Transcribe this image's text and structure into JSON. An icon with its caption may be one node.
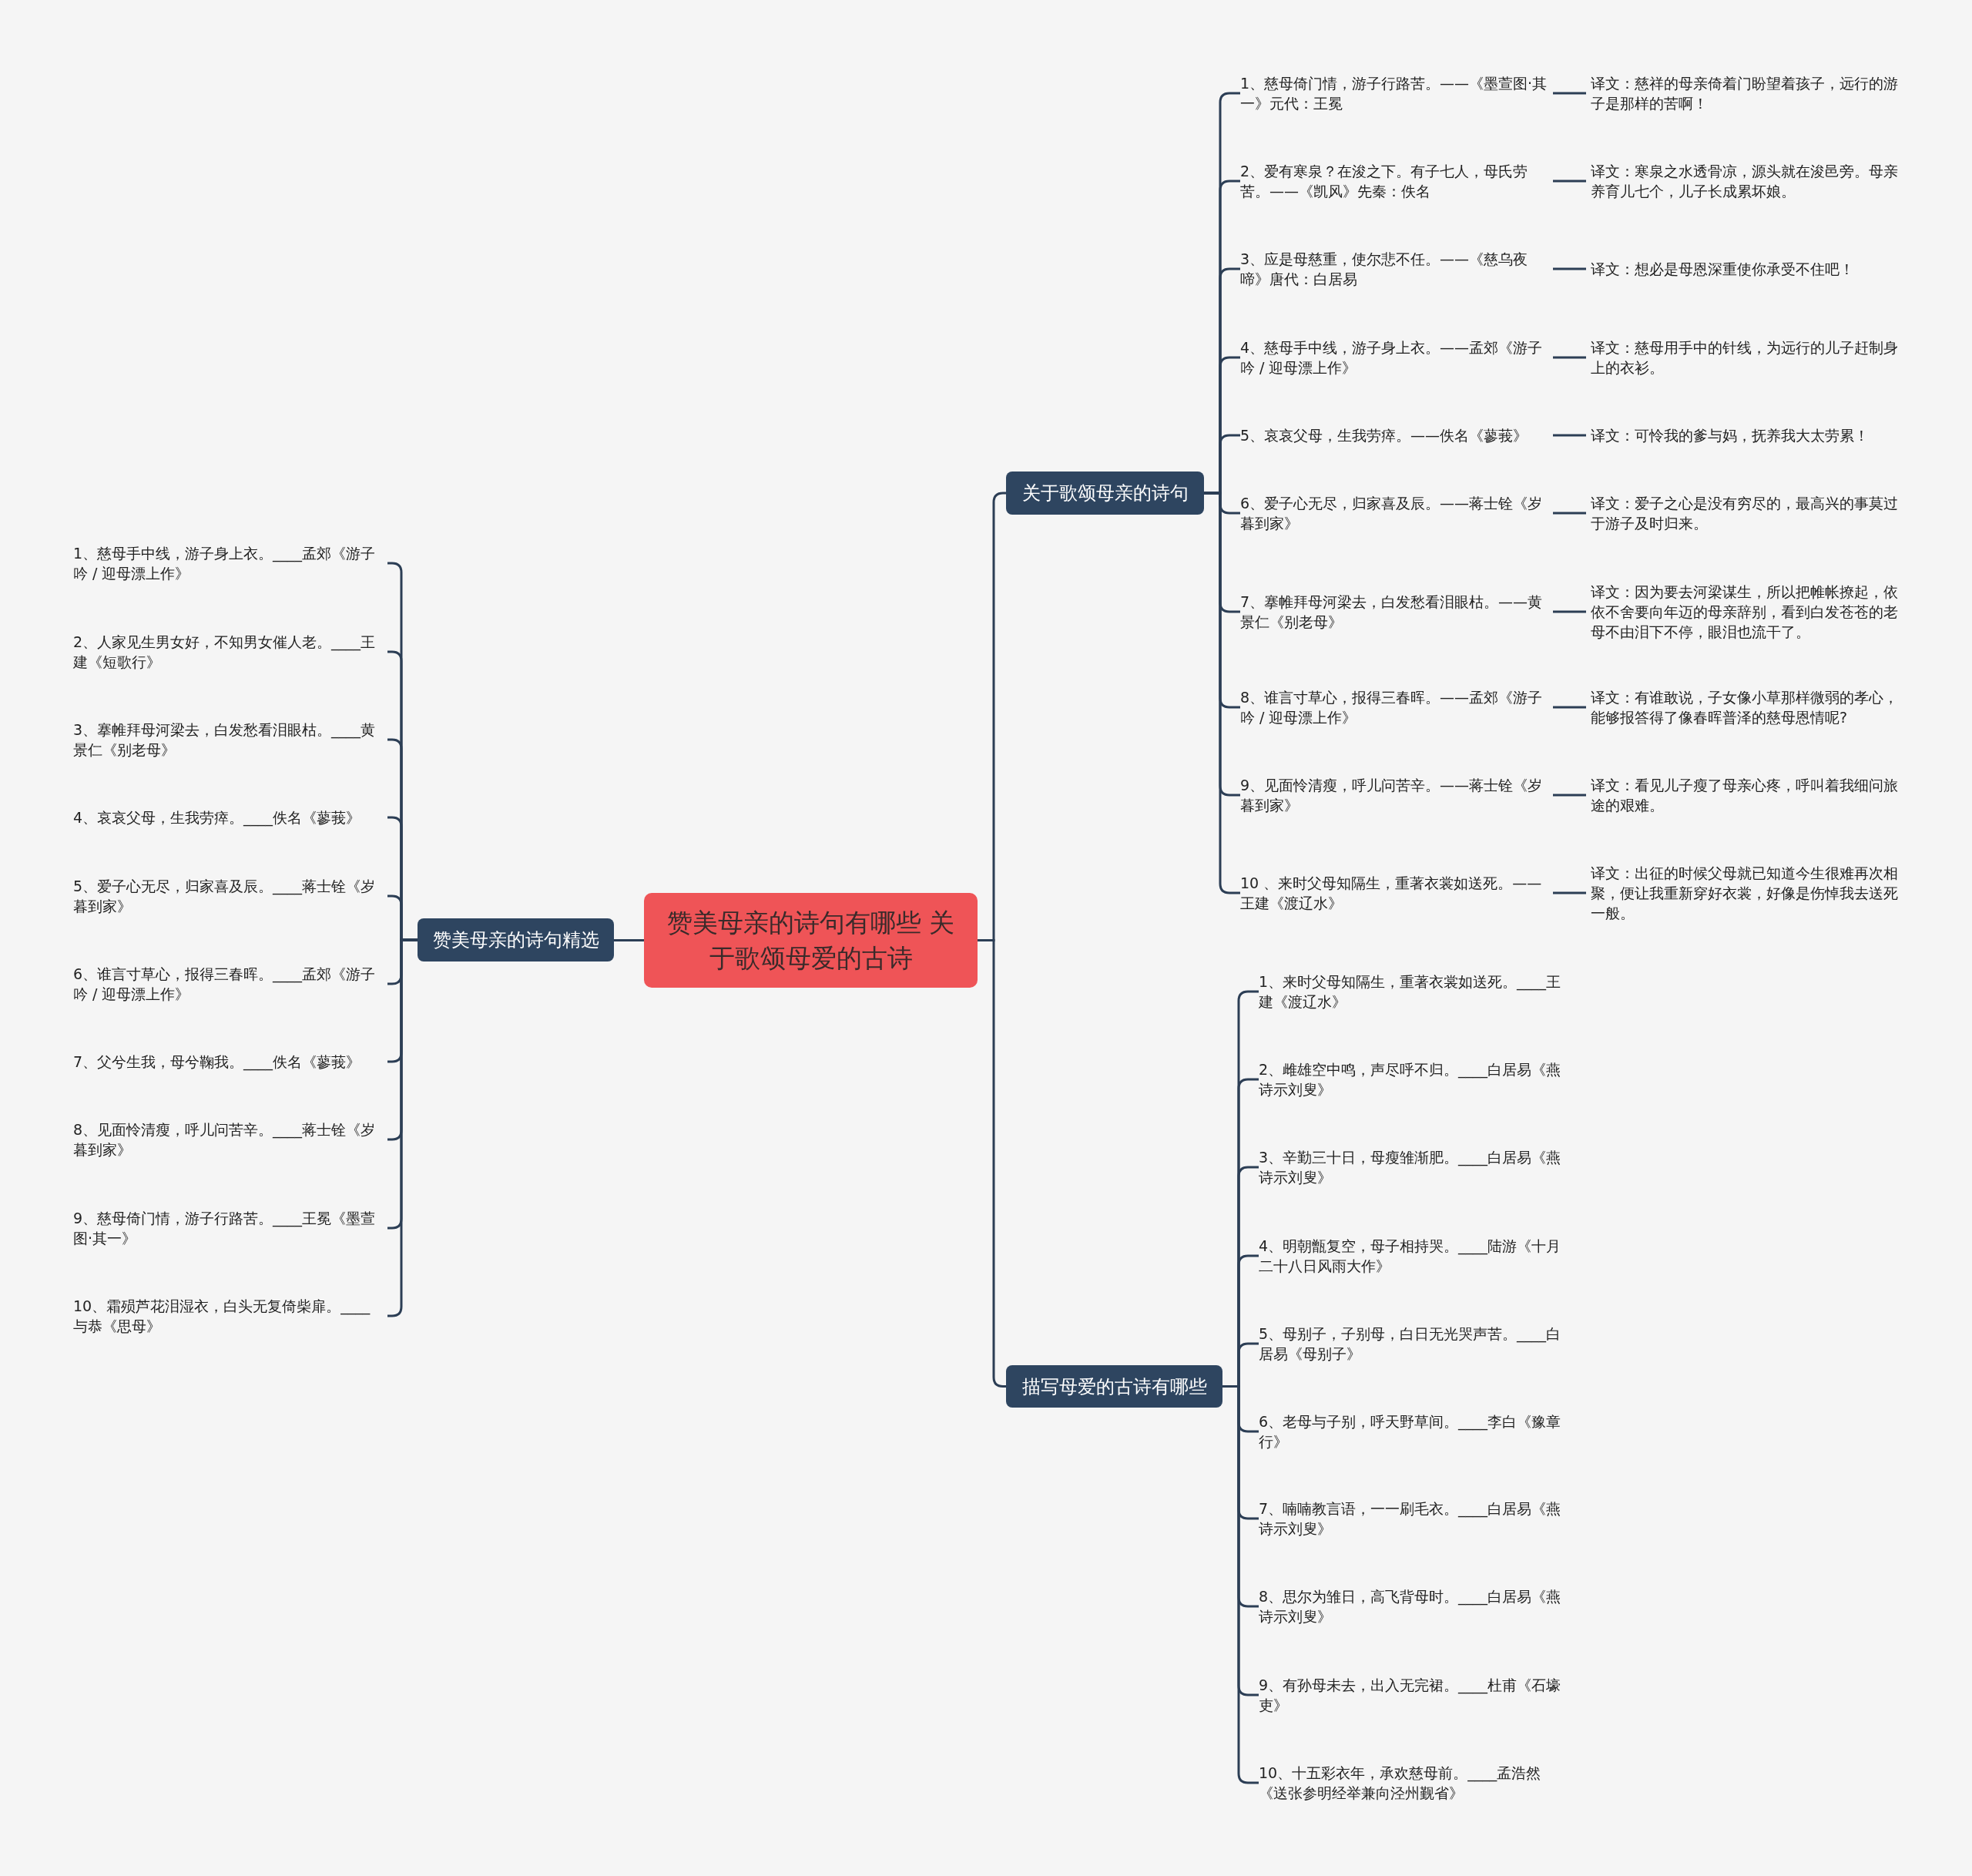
{
  "diagram": {
    "nodes": [
      {
        "text": [
          "赞美母亲的诗句有哪些 关于歌颂母爱的古诗"
        ]
      },
      {
        "text": [
          "赞美母亲的诗句精选"
        ]
      },
      {
        "text": [
          "1、慈母手中线，游子身上衣。____孟郊《游子吟 / 迎母漂上作》"
        ]
      },
      {
        "text": [
          "2、人家见生男女好，不知男女催人老。____王建《短歌行》"
        ]
      },
      {
        "text": [
          "3、搴帷拜母河梁去，白发愁看泪眼枯。____黄景仁《别老母》"
        ]
      },
      {
        "text": [
          "4、哀哀父母，生我劳瘁。____佚名《蓼莪》"
        ]
      },
      {
        "text": [
          "5、爱子心无尽，归家喜及辰。____蒋士铨《岁暮到家》"
        ]
      },
      {
        "text": [
          "6、谁言寸草心，报得三春晖。____孟郊《游子吟 / 迎母漂上作》"
        ]
      },
      {
        "text": [
          "7、父兮生我，母兮鞠我。____佚名《蓼莪》"
        ]
      },
      {
        "text": [
          "8、见面怜清瘦，呼儿问苦辛。____蒋士铨《岁暮到家》"
        ]
      },
      {
        "text": [
          "9、慈母倚门情，游子行路苦。____王冕《墨萱图·其一》"
        ]
      },
      {
        "text": [
          "10、霜殒芦花泪湿衣，白头无复倚柴扉。____与恭《思母》"
        ]
      },
      {
        "text": [
          "关于歌颂母亲的诗句"
        ]
      },
      {
        "text": [
          "1、慈母倚门情，游子行路苦。——《墨萱图·其一》元代：王冕"
        ]
      },
      {
        "text": [
          "译文：慈祥的母亲倚着门盼望着孩子，远行的游子是那样的苦啊！"
        ]
      },
      {
        "text": [
          "2、爱有寒泉？在浚之下。有子七人，母氏劳苦。——《凯风》先秦：佚名"
        ]
      },
      {
        "text": [
          "译文：寒泉之水透骨凉，源头就在浚邑旁。母亲养育儿七个，儿子长成累坏娘。"
        ]
      },
      {
        "text": [
          "3、应是母慈重，使尔悲不任。——《慈乌夜啼》唐代：白居易"
        ]
      },
      {
        "text": [
          "译文：想必是母恩深重使你承受不住吧！"
        ]
      },
      {
        "text": [
          "4、慈母手中线，游子身上衣。——孟郊《游子吟 / 迎母漂上作》"
        ]
      },
      {
        "text": [
          "译文：慈母用手中的针线，为远行的儿子赶制身上的衣衫。"
        ]
      },
      {
        "text": [
          "5、哀哀父母，生我劳瘁。——佚名《蓼莪》"
        ]
      },
      {
        "text": [
          "译文：可怜我的爹与妈，抚养我大太劳累！"
        ]
      },
      {
        "text": [
          "6、爱子心无尽，归家喜及辰。——蒋士铨《岁暮到家》"
        ]
      },
      {
        "text": [
          "译文：爱子之心是没有穷尽的，最高兴的事莫过于游子及时归来。"
        ]
      },
      {
        "text": [
          "7、搴帷拜母河梁去，白发愁看泪眼枯。——黄景仁《别老母》"
        ]
      },
      {
        "text": [
          "译文：因为要去河梁谋生，所以把帷帐撩起，依依不舍要向年迈的母亲辞别，看到白发苍苍的老母不由泪下不停，眼泪也流干了。"
        ]
      },
      {
        "text": [
          "8、谁言寸草心，报得三春晖。——孟郊《游子吟 / 迎母漂上作》"
        ]
      },
      {
        "text": [
          "译文：有谁敢说，子女像小草那样微弱的孝心，能够报答得了像春晖普泽的慈母恩情呢?"
        ]
      },
      {
        "text": [
          "9、见面怜清瘦，呼儿问苦辛。——蒋士铨《岁暮到家》"
        ]
      },
      {
        "text": [
          "译文：看见儿子瘦了母亲心疼，呼叫着我细问旅途的艰难。"
        ]
      },
      {
        "text": [
          "10 、来时父母知隔生，重著衣裳如送死。——王建《渡辽水》"
        ]
      },
      {
        "text": [
          "译文：出征的时候父母就已知道今生很难再次相聚，便让我重新穿好衣裳，好像是伤悼我去送死一般。"
        ]
      },
      {
        "text": [
          "描写母爱的古诗有哪些"
        ]
      },
      {
        "text": [
          "1、来时父母知隔生，重著衣裳如送死。____王建《渡辽水》"
        ]
      },
      {
        "text": [
          "2、雌雄空中鸣，声尽呼不归。____白居易《燕诗示刘叟》"
        ]
      },
      {
        "text": [
          "3、辛勤三十日，母瘦雏渐肥。____白居易《燕诗示刘叟》"
        ]
      },
      {
        "text": [
          "4、明朝甑复空，母子相持哭。____陆游《十月二十八日风雨大作》"
        ]
      },
      {
        "text": [
          "5、母别子，子别母，白日无光哭声苦。____白居易《母别子》"
        ]
      },
      {
        "text": [
          "6、老母与子别，呼天野草间。____李白《豫章行》"
        ]
      },
      {
        "text": [
          "7、喃喃教言语，一一刷毛衣。____白居易《燕诗示刘叟》"
        ]
      },
      {
        "text": [
          "8、思尔为雏日，高飞背母时。____白居易《燕诗示刘叟》"
        ]
      },
      {
        "text": [
          "9、有孙母未去，出入无完裙。____杜甫《石壕吏》"
        ]
      },
      {
        "text": [
          "10、十五彩衣年，承欢慈母前。____孟浩然《送张参明经举兼向泾州觐省》"
        ]
      }
    ],
    "edges": [
      {
        "from": 0,
        "to": 1,
        "arrow": "none"
      },
      {
        "from": 1,
        "to": 2,
        "arrow": "none"
      },
      {
        "from": 1,
        "to": 3,
        "arrow": "none"
      },
      {
        "from": 1,
        "to": 4,
        "arrow": "none"
      },
      {
        "from": 1,
        "to": 5,
        "arrow": "none"
      },
      {
        "from": 1,
        "to": 6,
        "arrow": "none"
      },
      {
        "from": 1,
        "to": 7,
        "arrow": "none"
      },
      {
        "from": 1,
        "to": 8,
        "arrow": "none"
      },
      {
        "from": 1,
        "to": 9,
        "arrow": "none"
      },
      {
        "from": 1,
        "to": 10,
        "arrow": "none"
      },
      {
        "from": 1,
        "to": 11,
        "arrow": "none"
      },
      {
        "from": 0,
        "to": 12,
        "arrow": "none"
      },
      {
        "from": 12,
        "to": 13,
        "arrow": "none"
      },
      {
        "from": 13,
        "to": 14,
        "arrow": "none"
      },
      {
        "from": 12,
        "to": 15,
        "arrow": "none"
      },
      {
        "from": 15,
        "to": 16,
        "arrow": "none"
      },
      {
        "from": 12,
        "to": 17,
        "arrow": "none"
      },
      {
        "from": 17,
        "to": 18,
        "arrow": "none"
      },
      {
        "from": 12,
        "to": 19,
        "arrow": "none"
      },
      {
        "from": 19,
        "to": 20,
        "arrow": "none"
      },
      {
        "from": 12,
        "to": 21,
        "arrow": "none"
      },
      {
        "from": 21,
        "to": 22,
        "arrow": "none"
      },
      {
        "from": 12,
        "to": 23,
        "arrow": "none"
      },
      {
        "from": 23,
        "to": 24,
        "arrow": "none"
      },
      {
        "from": 12,
        "to": 25,
        "arrow": "none"
      },
      {
        "from": 25,
        "to": 26,
        "arrow": "none"
      },
      {
        "from": 12,
        "to": 27,
        "arrow": "none"
      },
      {
        "from": 27,
        "to": 28,
        "arrow": "none"
      },
      {
        "from": 12,
        "to": 29,
        "arrow": "none"
      },
      {
        "from": 29,
        "to": 30,
        "arrow": "none"
      },
      {
        "from": 12,
        "to": 31,
        "arrow": "none"
      },
      {
        "from": 31,
        "to": 32,
        "arrow": "none"
      },
      {
        "from": 0,
        "to": 33,
        "arrow": "none"
      },
      {
        "from": 33,
        "to": 34,
        "arrow": "none"
      },
      {
        "from": 33,
        "to": 35,
        "arrow": "none"
      },
      {
        "from": 33,
        "to": 36,
        "arrow": "none"
      },
      {
        "from": 33,
        "to": 37,
        "arrow": "none"
      },
      {
        "from": 33,
        "to": 38,
        "arrow": "none"
      },
      {
        "from": 33,
        "to": 39,
        "arrow": "none"
      },
      {
        "from": 33,
        "to": 40,
        "arrow": "none"
      },
      {
        "from": 33,
        "to": 41,
        "arrow": "none"
      },
      {
        "from": 33,
        "to": 42,
        "arrow": "none"
      },
      {
        "from": 33,
        "to": 43,
        "arrow": "none"
      }
    ]
  }
}
